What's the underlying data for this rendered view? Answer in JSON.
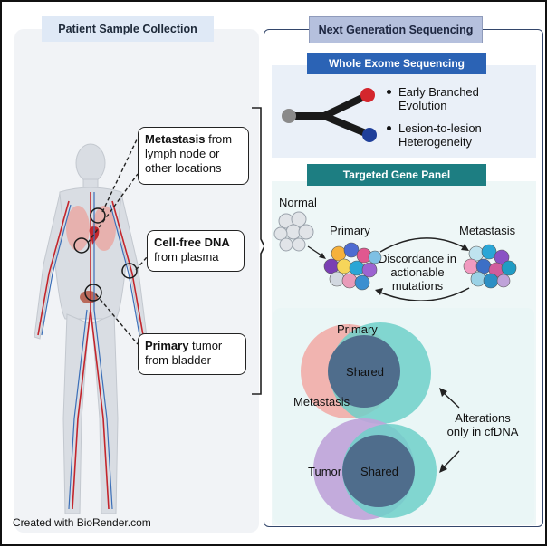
{
  "left": {
    "title": "Patient Sample Collection",
    "callouts": [
      {
        "bold": "Metastasis",
        "rest_inline": " from",
        "rest_lines": "lymph node or other locations"
      },
      {
        "bold": "Cell-free DNA",
        "rest_inline": "",
        "rest_lines": "from plasma"
      },
      {
        "bold": "Primary",
        "rest_inline": " tumor",
        "rest_lines": "from bladder"
      }
    ]
  },
  "right": {
    "title": "Next Generation Sequencing",
    "wes": {
      "header": "Whole Exome Sequencing",
      "bullets": [
        "Early Branched Evolution",
        "Lesion-to-lesion Heterogeneity"
      ],
      "tree_colors": {
        "root": "#8a8a8a",
        "red": "#d4262d",
        "blue": "#1f3f9a"
      }
    },
    "tgp": {
      "header": "Targeted Gene Panel",
      "normal_label": "Normal",
      "primary_label": "Primary",
      "metastasis_label": "Metastasis",
      "discordance_text": "Discordance in actionable mutations"
    },
    "venn": {
      "top": {
        "label_a": "Primary",
        "label_b": "Metastasis",
        "shared": "Shared"
      },
      "bottom": {
        "label_a": "Tumor",
        "shared": "Shared"
      },
      "alterations_text": "Alterations only in cfDNA",
      "colors": {
        "red": "#f2a8a3",
        "teal": "#6fd0c9",
        "purple": "#bfa3d9",
        "overlap": "#4f6d8c"
      }
    }
  },
  "footer": "Created with BioRender.com"
}
